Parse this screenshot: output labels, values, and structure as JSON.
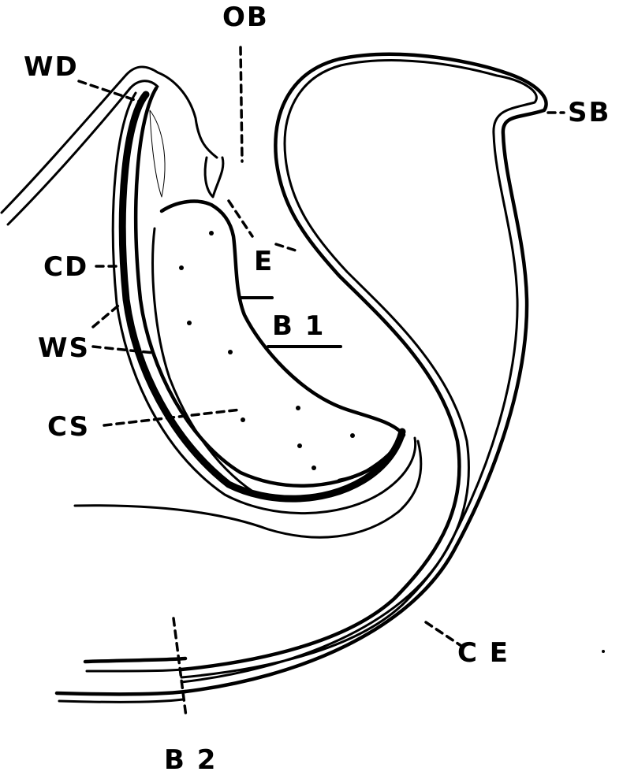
{
  "labels": {
    "ob": "OB",
    "wd": "WD",
    "sb": "SB",
    "cd": "CD",
    "e": "E",
    "b1": "B 1",
    "ws": "WS",
    "cs": "CS",
    "ce": "C E",
    "b2": "B 2"
  },
  "colors": {
    "ink": "#000000",
    "paper": "#ffffff"
  }
}
